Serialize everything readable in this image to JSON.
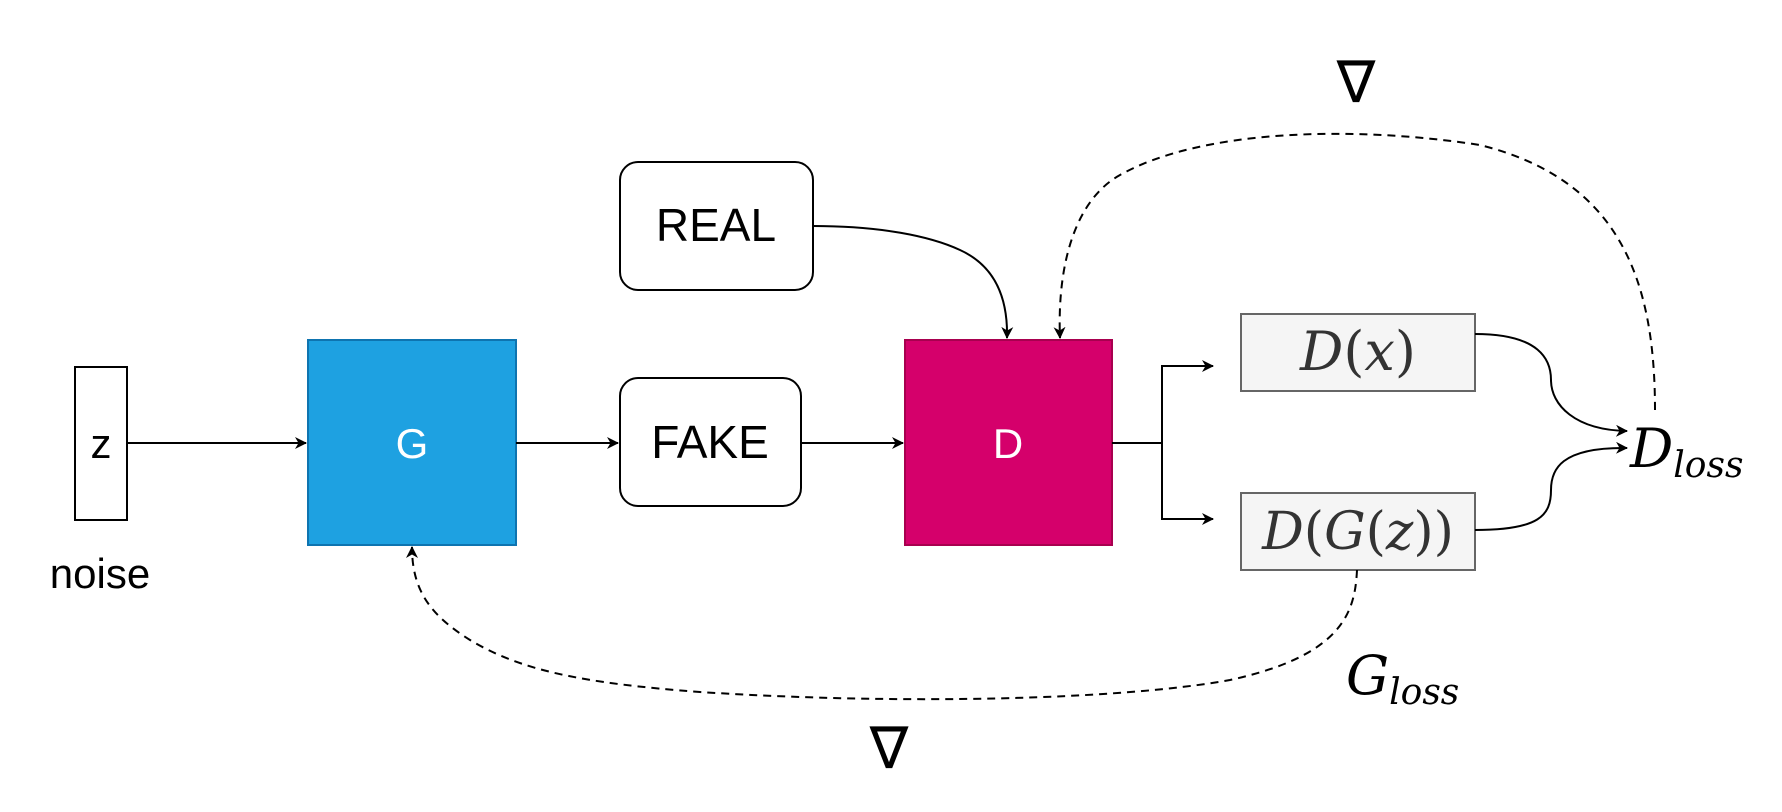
{
  "nodes": {
    "z": {
      "label": "z",
      "caption": "noise"
    },
    "generator": {
      "label": "G",
      "fill": "#1ea1e1",
      "stroke": "#0e74b0"
    },
    "real": {
      "label": "REAL"
    },
    "fake": {
      "label": "FAKE"
    },
    "discriminator": {
      "label": "D",
      "fill": "#d5006b",
      "stroke": "#a8004f"
    },
    "dx": {
      "d": "D",
      "x": "x"
    },
    "dgz": {
      "d": "D",
      "g": "G",
      "z": "z"
    },
    "dloss": {
      "main": "D",
      "sub": "loss"
    },
    "gloss": {
      "main": "G",
      "sub": "loss"
    }
  },
  "gradient_symbol": "∇",
  "colors": {
    "stroke": "#000000",
    "output_box_fill": "#f5f5f5",
    "output_box_stroke": "#666666",
    "math_text": "#333333"
  }
}
